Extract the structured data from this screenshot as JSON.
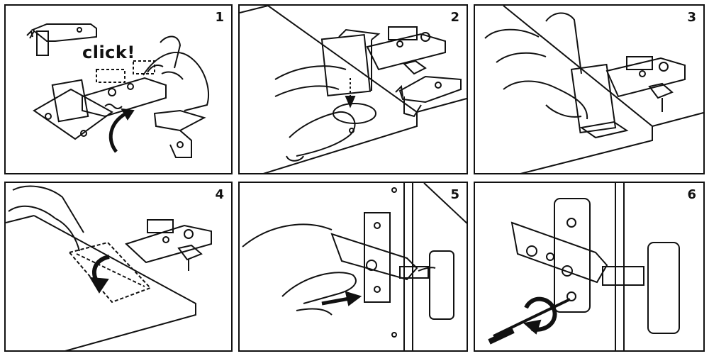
{
  "panels": [
    {
      "number": "1",
      "annotation": "click!"
    },
    {
      "number": "2"
    },
    {
      "number": "3"
    },
    {
      "number": "4"
    },
    {
      "number": "5"
    },
    {
      "number": "6"
    }
  ],
  "colors": {
    "ink": "#111111",
    "paper": "#ffffff",
    "shade": "#e6e6e6"
  }
}
